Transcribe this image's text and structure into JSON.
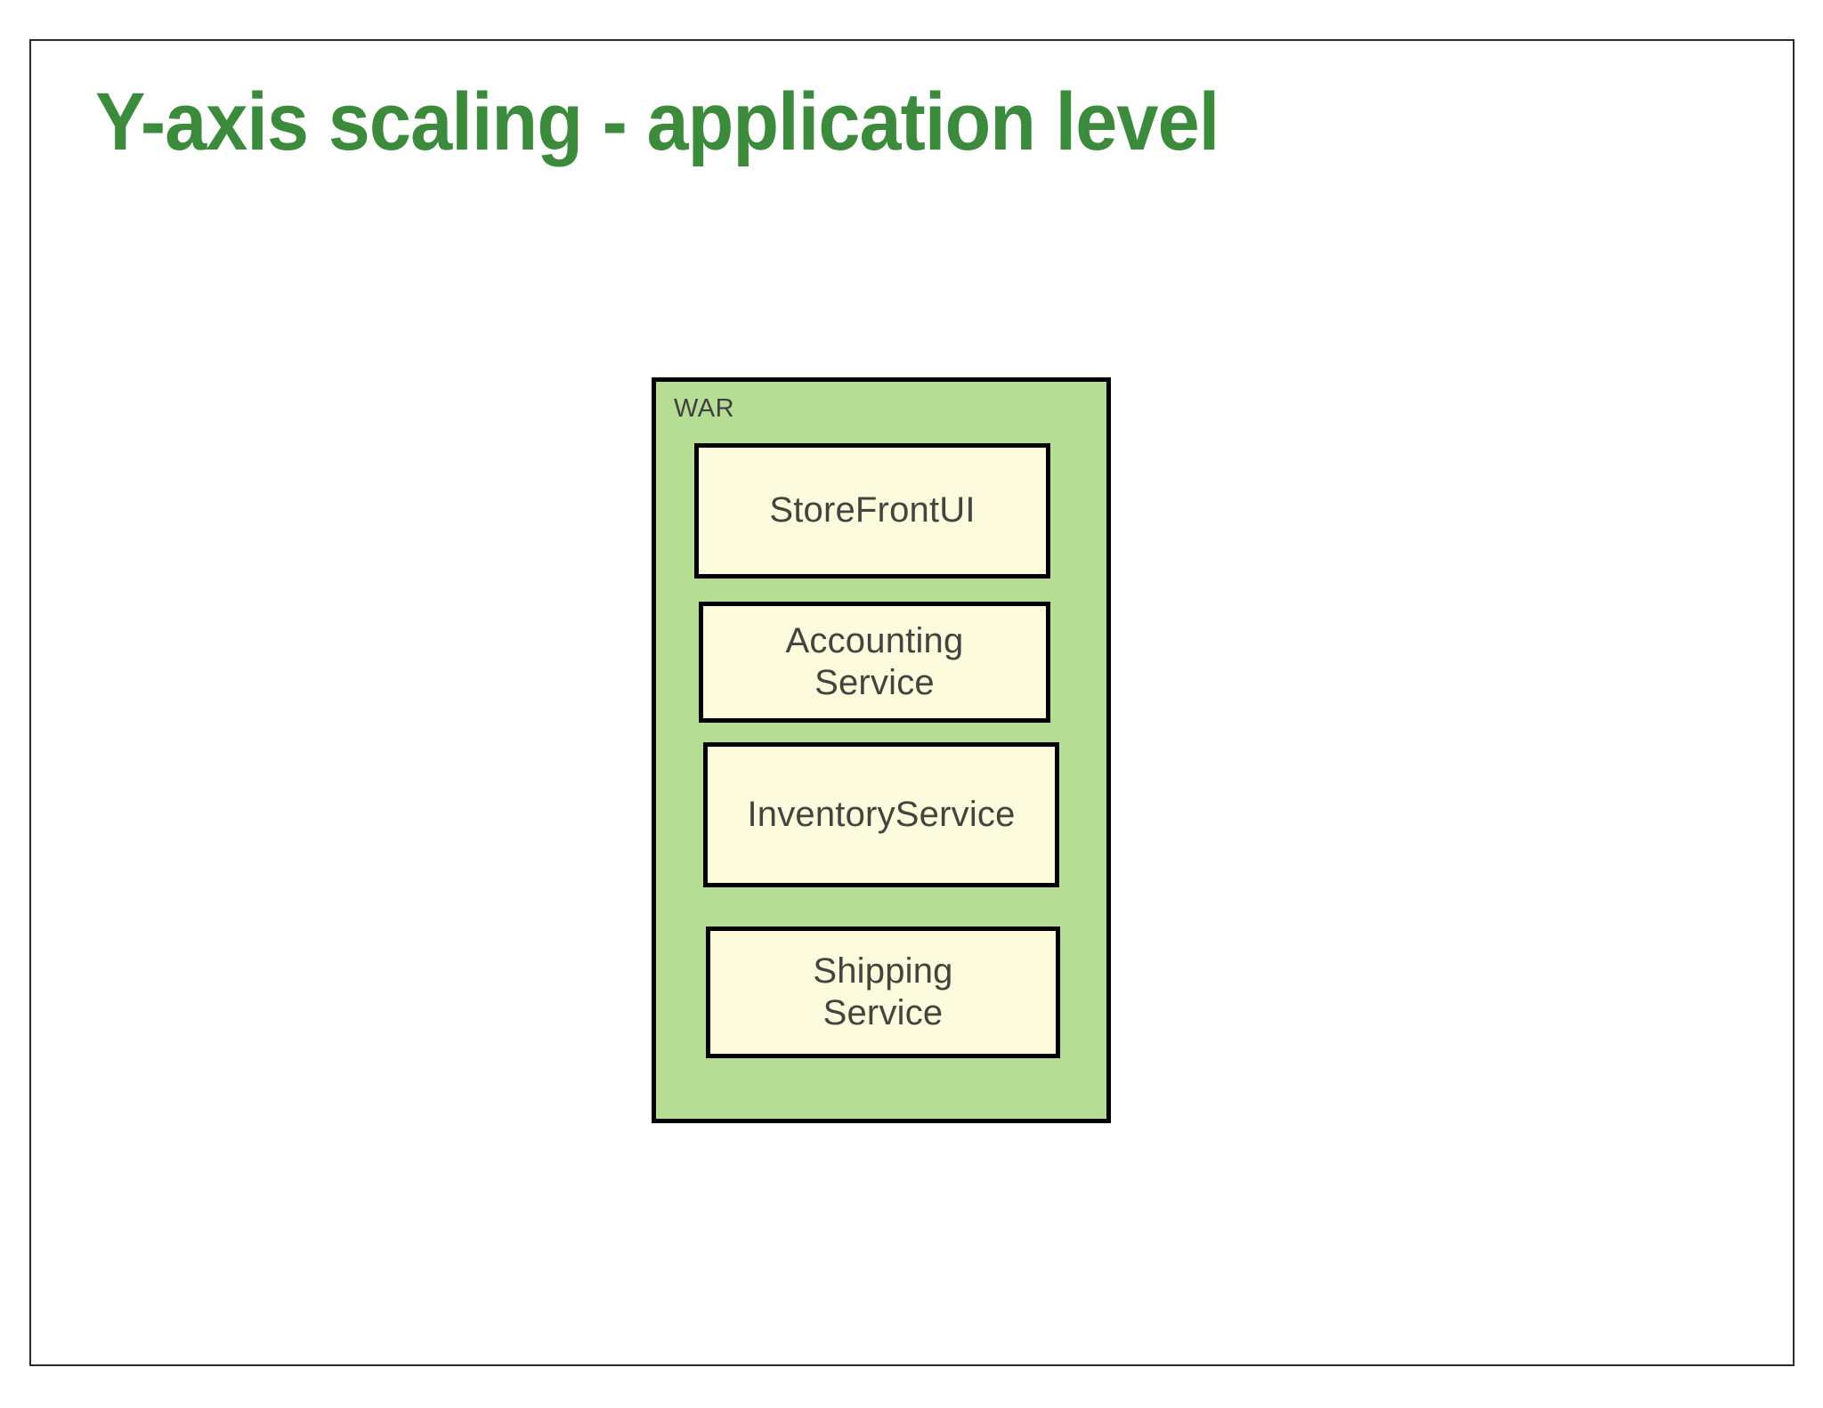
{
  "slide": {
    "title": "Y-axis scaling - application level",
    "title_color": "#3c8a3c",
    "background_color": "#ffffff",
    "border_color": "#2a2a32"
  },
  "diagram": {
    "container": {
      "label": "WAR",
      "fill_color": "#b5dd93",
      "border_color": "#000000",
      "label_color": "#3f3f3f"
    },
    "box_fill_color": "#fcfbdd",
    "box_border_color": "#000000",
    "box_text_color": "#44443f",
    "boxes": [
      {
        "label": "StoreFrontUI"
      },
      {
        "label": "Accounting\nService"
      },
      {
        "label": "InventoryService"
      },
      {
        "label": "Shipping\nService"
      }
    ]
  }
}
